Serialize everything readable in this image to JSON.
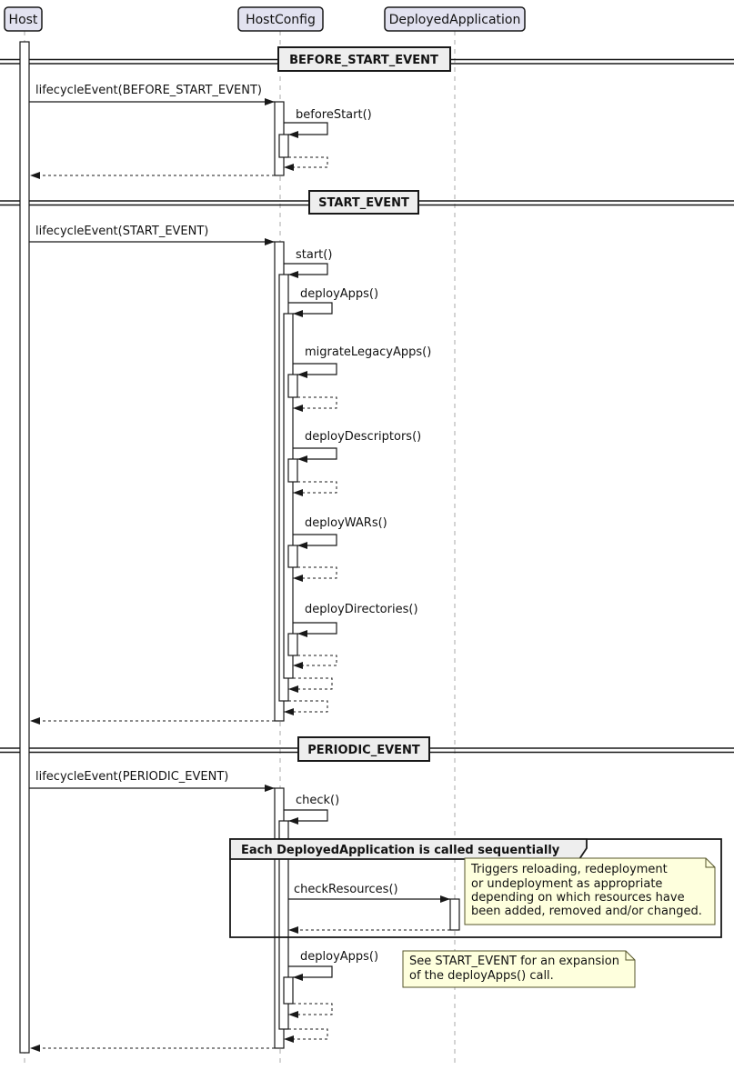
{
  "participants": [
    {
      "label": "Host"
    },
    {
      "label": "HostConfig"
    },
    {
      "label": "DeployedApplication"
    }
  ],
  "dividers": [
    {
      "label": "BEFORE_START_EVENT"
    },
    {
      "label": "START_EVENT"
    },
    {
      "label": "PERIODIC_EVENT"
    }
  ],
  "messages": {
    "lifecycle_before_start": "lifecycleEvent(BEFORE_START_EVENT)",
    "before_start": "beforeStart()",
    "lifecycle_start": "lifecycleEvent(START_EVENT)",
    "start": "start()",
    "deploy_apps": "deployApps()",
    "migrate_legacy_apps": "migrateLegacyApps()",
    "deploy_descriptors": "deployDescriptors()",
    "deploy_wars": "deployWARs()",
    "deploy_directories": "deployDirectories()",
    "lifecycle_periodic": "lifecycleEvent(PERIODIC_EVENT)",
    "check": "check()",
    "check_resources": "checkResources()",
    "deploy_apps_periodic": "deployApps()"
  },
  "group": {
    "label": "Each DeployedApplication is called sequentially"
  },
  "notes": {
    "check_resources": {
      "lines": [
        "Triggers reloading, redeployment",
        "or undeployment as appropriate",
        "depending on which resources have",
        "been added, removed and/or changed."
      ]
    },
    "deploy_apps": {
      "lines": [
        "See START_EVENT for an expansion",
        "of the deployApps() call."
      ]
    }
  },
  "colors": {
    "participant_fill": "#E2E2F0",
    "divider_fill": "#EEEEEE",
    "note_fill": "#FEFFDD",
    "line": "#181818",
    "lifeline": "#A8A8A8",
    "background": "#FFFFFF"
  }
}
